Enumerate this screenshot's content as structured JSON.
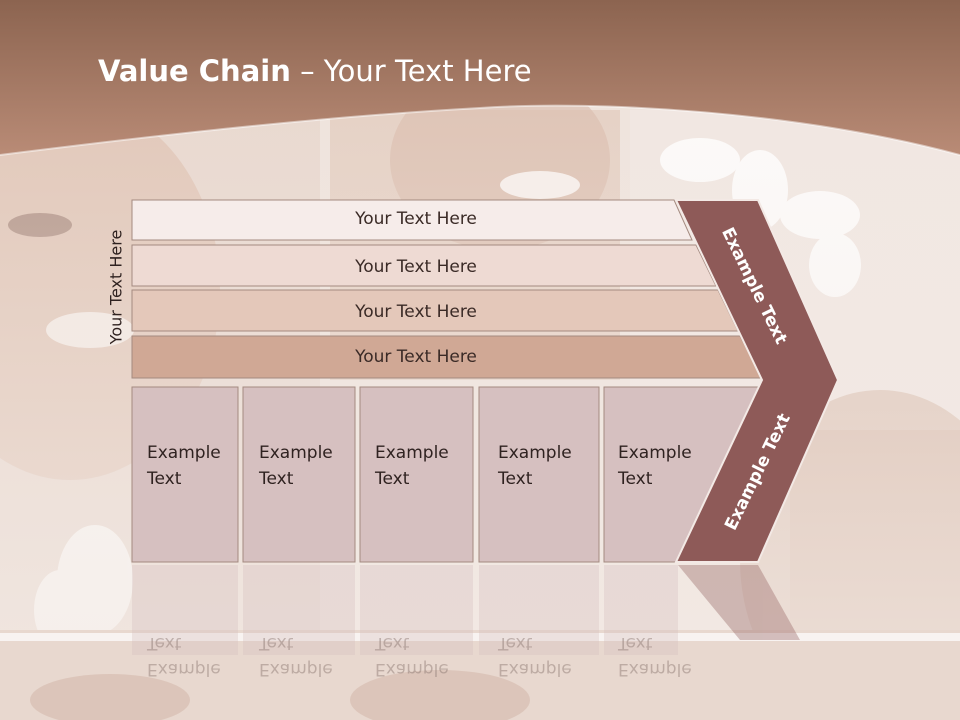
{
  "title": {
    "bold": "Value Chain",
    "rest": " – Your Text Here"
  },
  "side_label": "Your Text Here",
  "support_rows": [
    "Your Text Here",
    "Your Text Here",
    "Your Text Here",
    "Your Text Here"
  ],
  "primary_boxes": [
    [
      "Example",
      "Text"
    ],
    [
      "Example",
      "Text"
    ],
    [
      "Example",
      "Text"
    ],
    [
      "Example",
      "Text"
    ],
    [
      "Example",
      "Text"
    ]
  ],
  "chevron_labels": {
    "upper": "Example Text",
    "lower": "Example Text"
  },
  "colors": {
    "header": "#a87a67",
    "row1": "#f6ecea",
    "row2": "#eedad3",
    "row3": "#e4c8ba",
    "row4": "#d0a895",
    "box_fill": "#d6c0c0",
    "chevron": "#8e5a58"
  }
}
